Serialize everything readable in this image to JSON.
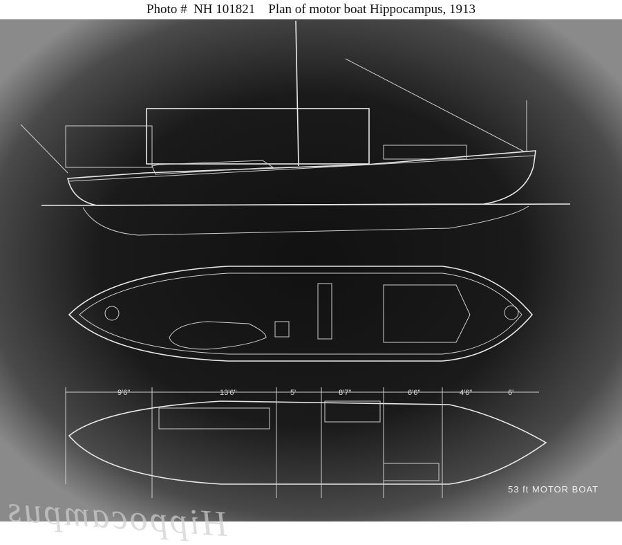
{
  "caption": "Photo #  NH 101821    Plan of motor boat Hippocampus, 1913",
  "drawing": {
    "dimensions": [
      "9'6\"",
      "13'6\"",
      "5'",
      "8'7\"",
      "6'6\"",
      "4'6\"",
      "6'"
    ],
    "title": "53 ft MOTOR BOAT",
    "handwriting": "Hippocampus"
  }
}
